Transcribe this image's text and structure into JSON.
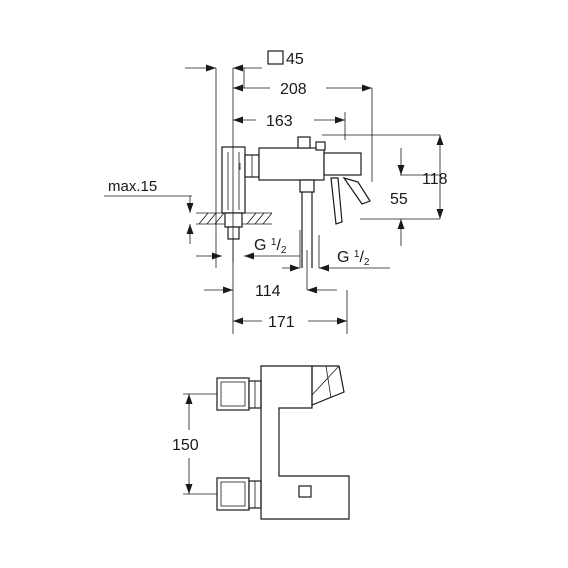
{
  "labels": {
    "square_size": "45",
    "width_overall": "208",
    "width_to_spout": "163",
    "height_overall": "118",
    "height_spout": "55",
    "wall_thickness": "max.15",
    "thread_left_prefix": "G ",
    "thread_left_num": "1",
    "thread_left_den": "2",
    "thread_right_prefix": "G ",
    "thread_right_num": "1",
    "thread_right_den": "2",
    "depth_114": "114",
    "depth_171": "171",
    "inlet_spacing": "150"
  },
  "colors": {
    "line": "#1a1a1a",
    "fill_wall": "#d9d9d9",
    "background": "#ffffff"
  }
}
